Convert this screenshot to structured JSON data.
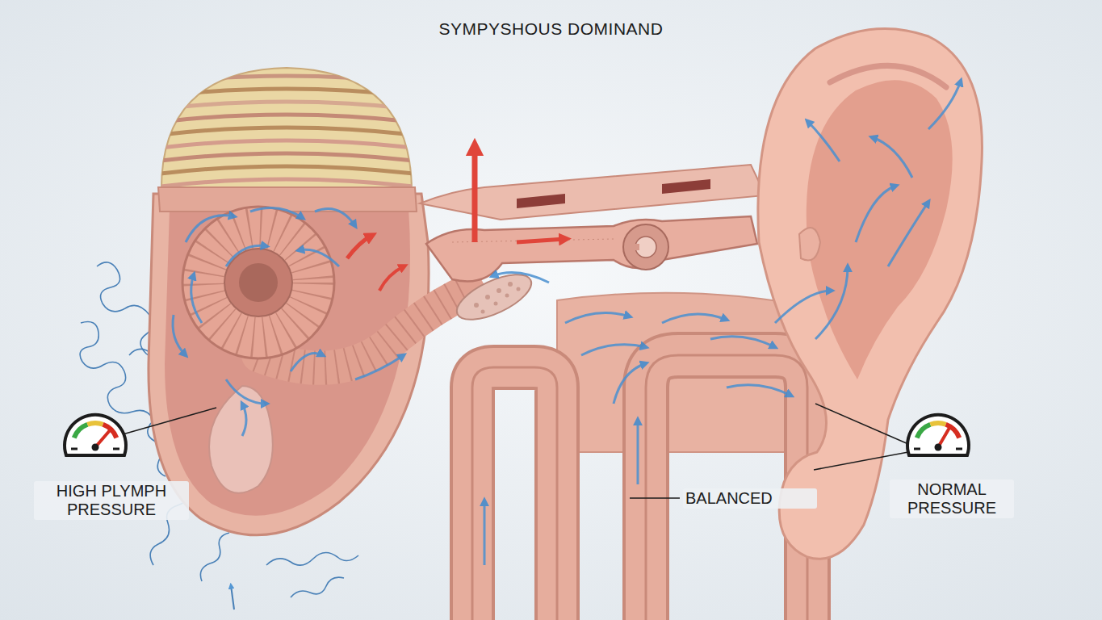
{
  "diagram": {
    "title": "SYMPYSHOUS DOMINAND",
    "labels": [
      "HIGH PLYMPH PRESSURE",
      "BALANCED",
      "NORMAL PRESSURE"
    ]
  }
}
